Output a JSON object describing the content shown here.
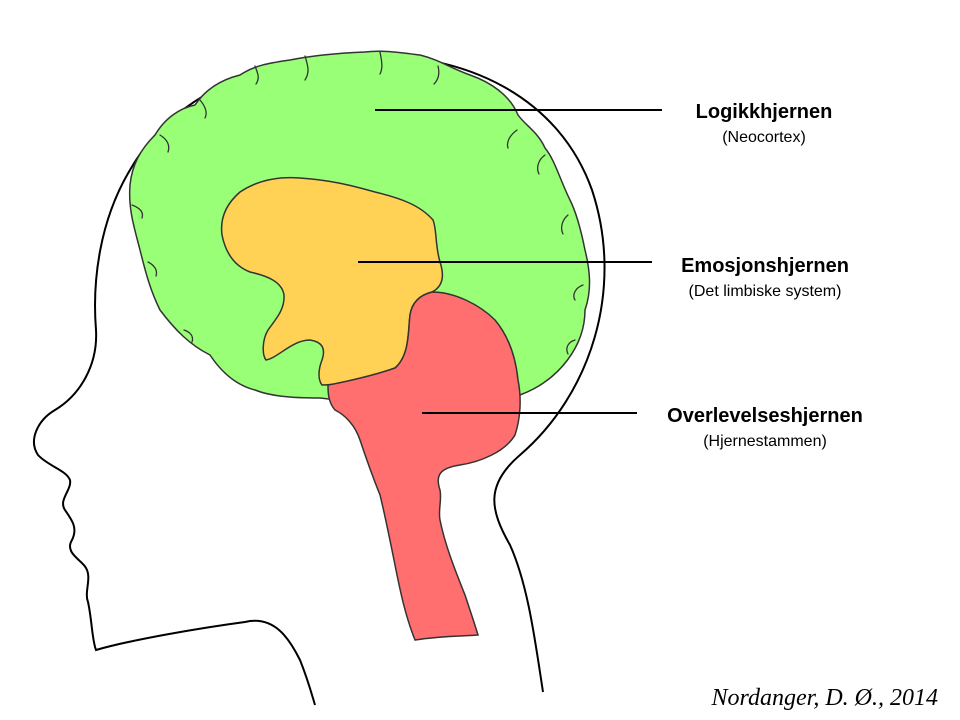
{
  "regions": {
    "neocortex": {
      "title": "Logikkhjernen",
      "subtitle": "(Neocortex)",
      "color": "#99ff77"
    },
    "limbic": {
      "title": "Emosjonshjernen",
      "subtitle": "(Det limbiske system)",
      "color": "#ffd255"
    },
    "brainstem": {
      "title": "Overlevelseshjernen",
      "subtitle": "(Hjernestammen)",
      "color": "#ff6f6f"
    }
  },
  "credit": "Nordanger, D. Ø., 2014"
}
